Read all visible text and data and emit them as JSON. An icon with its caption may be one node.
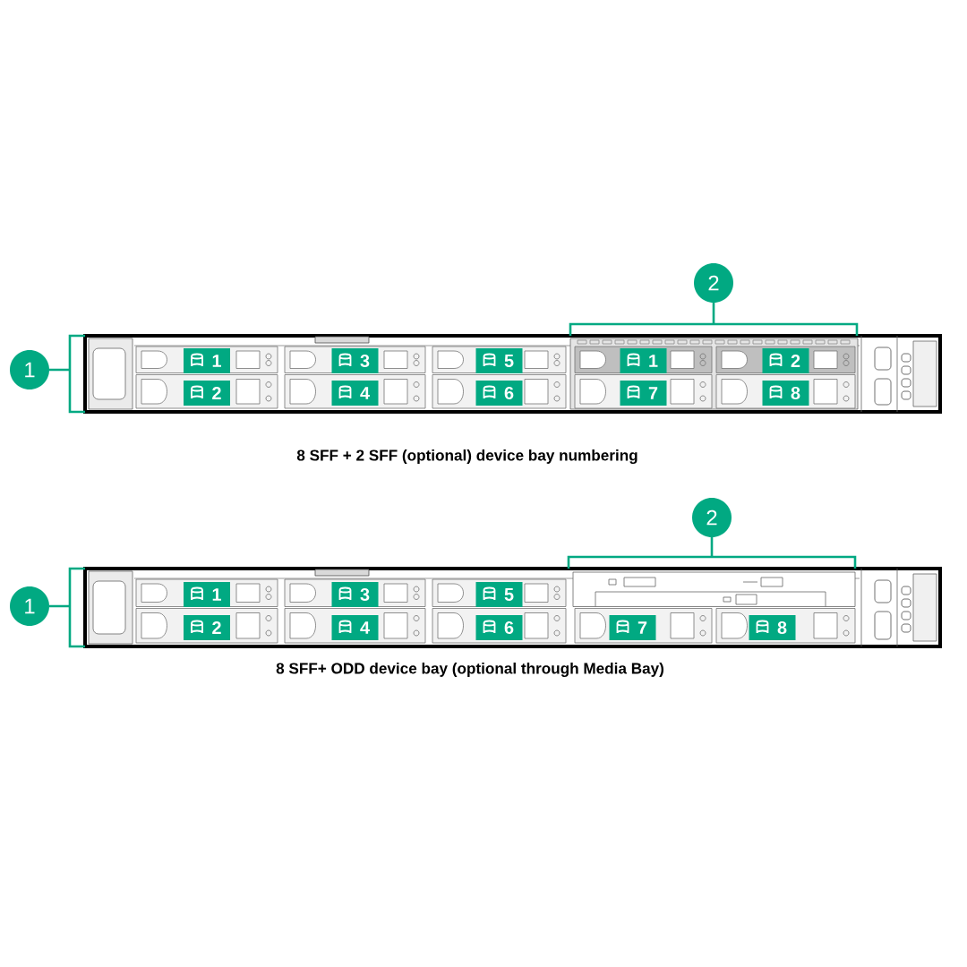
{
  "diagram": {
    "labels": [
      "2",
      "1",
      "1",
      "3",
      "5",
      "1",
      "2",
      "2",
      "4",
      "6",
      "7",
      "8",
      "8 SFF + 2 SFF (optional) device bay numbering",
      "2",
      "1",
      "1",
      "3",
      "5",
      "2",
      "4",
      "6",
      "7",
      "8",
      "8 SFF+ ODD device bay (optional through Media Bay)"
    ]
  }
}
